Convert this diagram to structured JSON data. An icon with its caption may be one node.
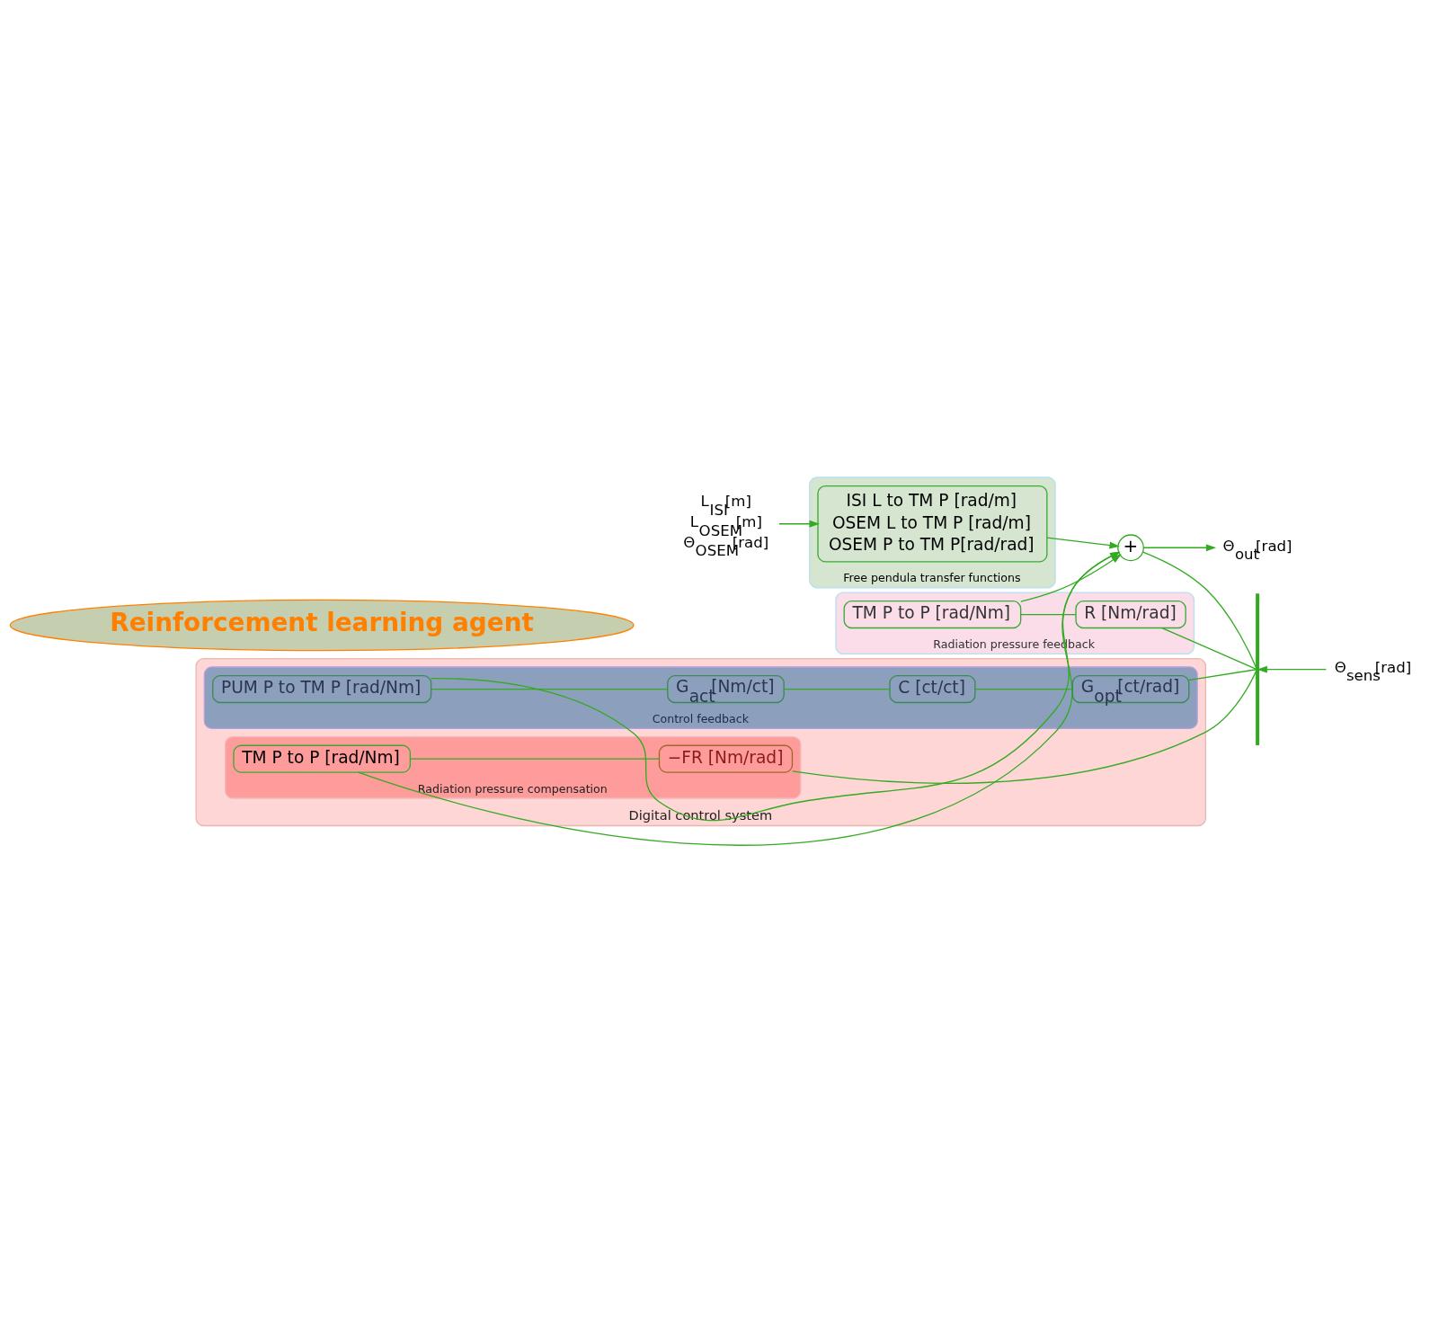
{
  "diagram": {
    "nodes": [
      {
        "text": [
          "L$_{ISI}$[m]",
          "L$_{OSEM}$[m]",
          "Θ$_{OSEM}$[rad]"
        ]
      },
      {
        "text": [
          "Free pendula transfer functions"
        ]
      },
      {
        "text": [
          "ISI L to TM P [rad/m]",
          "OSEM L to TM P [rad/m]",
          "OSEM P to TM P[rad/rad]"
        ],
        "in": 1
      },
      {
        "text": [
          "+"
        ]
      },
      {
        "text": [
          "Θ$_{out}$[rad]"
        ]
      },
      {
        "text": [
          "Radiation pressure feedback"
        ]
      },
      {
        "text": [
          "TM P to P [rad/Nm]"
        ],
        "in": 5
      },
      {
        "text": [
          "R [Nm/rad]"
        ],
        "in": 5
      },
      {
        "text": [
          "Θ$_{sens}$[rad]"
        ]
      },
      {
        "text": [
          "Digital control system"
        ]
      },
      {
        "text": [
          "Radiation pressure compensation"
        ],
        "in": 9
      },
      {
        "text": [
          "TM P to P [rad/Nm]"
        ],
        "in": 10
      },
      {
        "text": [
          "−FR [Nm/rad]"
        ],
        "in": 10
      },
      {
        "text": [
          "Control feedback"
        ],
        "in": 9
      },
      {
        "text": [
          "PUM P to TM P [rad/Nm]"
        ],
        "in": 13
      },
      {
        "text": [
          "G$_{act}$[Nm/ct]"
        ],
        "in": 13
      },
      {
        "text": [
          "C [ct/ct]"
        ],
        "in": 13
      },
      {
        "text": [
          "G$_{opt}$[ct/rad]"
        ],
        "in": 13
      },
      {
        "text": [
          "Reinforcement learning agent"
        ]
      },
      {
        "text": [],
        "shape": "bar"
      }
    ],
    "edges": [
      {
        "from": 0,
        "to": 2,
        "arrow": "to"
      },
      {
        "from": 2,
        "to": 3,
        "arrow": "to"
      },
      {
        "from": 3,
        "to": 4,
        "arrow": "to"
      },
      {
        "from": 3,
        "to": 19,
        "arrow": "none"
      },
      {
        "from": 19,
        "to": 7,
        "arrow": "none"
      },
      {
        "from": 19,
        "to": 12,
        "arrow": "none"
      },
      {
        "from": 19,
        "to": 17,
        "arrow": "none"
      },
      {
        "from": 8,
        "to": 19,
        "arrow": "to"
      },
      {
        "from": 7,
        "to": 6,
        "arrow": "none"
      },
      {
        "from": 6,
        "to": 3,
        "arrow": "to"
      },
      {
        "from": 12,
        "to": 11,
        "arrow": "none"
      },
      {
        "from": 11,
        "to": 3,
        "arrow": "to"
      },
      {
        "from": 17,
        "to": 16,
        "arrow": "none"
      },
      {
        "from": 16,
        "to": 15,
        "arrow": "none"
      },
      {
        "from": 15,
        "to": 14,
        "arrow": "none"
      },
      {
        "from": 14,
        "to": 3,
        "arrow": "to"
      }
    ]
  }
}
